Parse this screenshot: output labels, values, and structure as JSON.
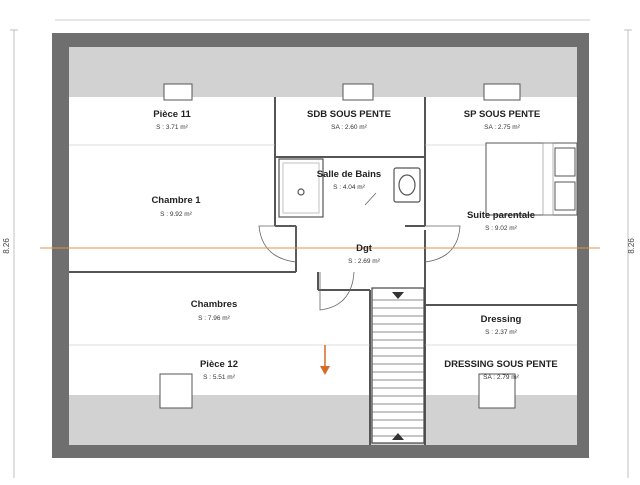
{
  "plan": {
    "dimensions": {
      "left": "8.26",
      "right": "8.26"
    },
    "rooms": {
      "piece11": {
        "name": "Pièce 11",
        "area": "S : 3.71 m²"
      },
      "sdb_sous_pente": {
        "name": "SDB SOUS PENTE",
        "area": "SA : 2.60 m²"
      },
      "sp_sous_pente": {
        "name": "SP SOUS PENTE",
        "area": "SA : 2.75 m²"
      },
      "salle_de_bains": {
        "name": "Salle de Bains",
        "area": "S : 4.04 m²"
      },
      "chambre1": {
        "name": "Chambre 1",
        "area": "S : 9.92 m²"
      },
      "suite_parentale": {
        "name": "Suite parentale",
        "area": "S : 9.02 m²"
      },
      "dgt": {
        "name": "Dgt",
        "area": "S : 2.69 m²"
      },
      "chambres": {
        "name": "Chambres",
        "area": "S : 7.96 m²"
      },
      "dressing": {
        "name": "Dressing",
        "area": "S : 2.37 m²"
      },
      "piece12": {
        "name": "Pièce 12",
        "area": "S : 5.51 m²"
      },
      "dressing_sous_pente": {
        "name": "DRESSING SOUS PENTE",
        "area": "SA : 2.79 m²"
      }
    }
  },
  "colors": {
    "wall": "#6f6f6f",
    "slope_zone": "#d2d2d2",
    "floor": "#ffffff",
    "ridge_line": "#e0904a",
    "arrow": "#d66a2a",
    "stair": "#444444"
  }
}
